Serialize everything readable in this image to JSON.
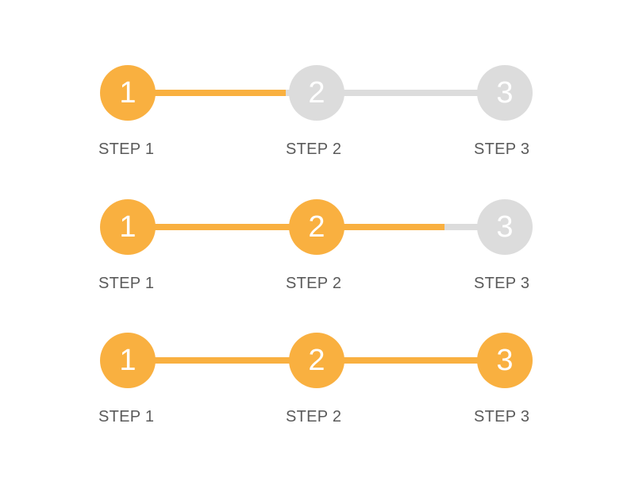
{
  "colors": {
    "active": "#f9b040",
    "inactive": "#dcdcdc",
    "label": "#5a5a5a",
    "number": "#ffffff"
  },
  "steppers": [
    {
      "progress": 0.42,
      "steps": [
        {
          "number": "1",
          "label": "STEP 1",
          "active": true
        },
        {
          "number": "2",
          "label": "STEP 2",
          "active": false
        },
        {
          "number": "3",
          "label": "STEP 3",
          "active": false
        }
      ]
    },
    {
      "progress": 0.84,
      "steps": [
        {
          "number": "1",
          "label": "STEP 1",
          "active": true
        },
        {
          "number": "2",
          "label": "STEP 2",
          "active": true
        },
        {
          "number": "3",
          "label": "STEP 3",
          "active": false
        }
      ]
    },
    {
      "progress": 1.0,
      "steps": [
        {
          "number": "1",
          "label": "STEP 1",
          "active": true
        },
        {
          "number": "2",
          "label": "STEP 2",
          "active": true
        },
        {
          "number": "3",
          "label": "STEP 3",
          "active": true
        }
      ]
    }
  ]
}
